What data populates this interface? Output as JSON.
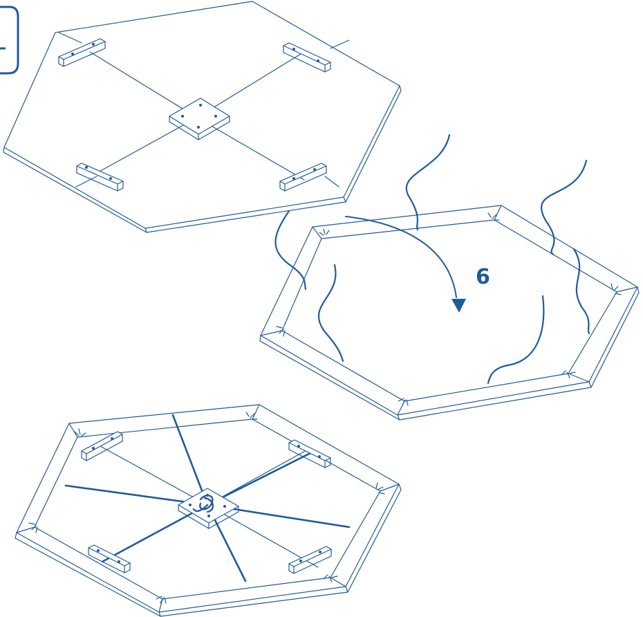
{
  "diagram": {
    "step_number": "6",
    "colors": {
      "line": "#1f5a99",
      "background": "#ffffff"
    },
    "icons": {
      "arrow": "curved-arrow-down",
      "tab": "step-badge-tab"
    }
  }
}
